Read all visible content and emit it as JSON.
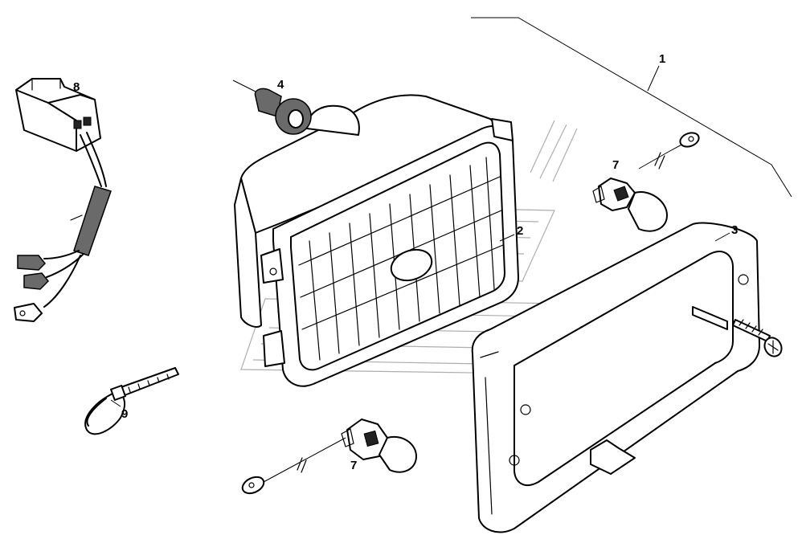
{
  "callouts": {
    "c1": "1",
    "c2": "2",
    "c3": "3",
    "c4": "4",
    "c7a": "7",
    "c7b": "7",
    "c8": "8",
    "c9": "9"
  },
  "colors": {
    "line": "#000000",
    "background": "#ffffff",
    "watermark": "#9a9a9a"
  }
}
